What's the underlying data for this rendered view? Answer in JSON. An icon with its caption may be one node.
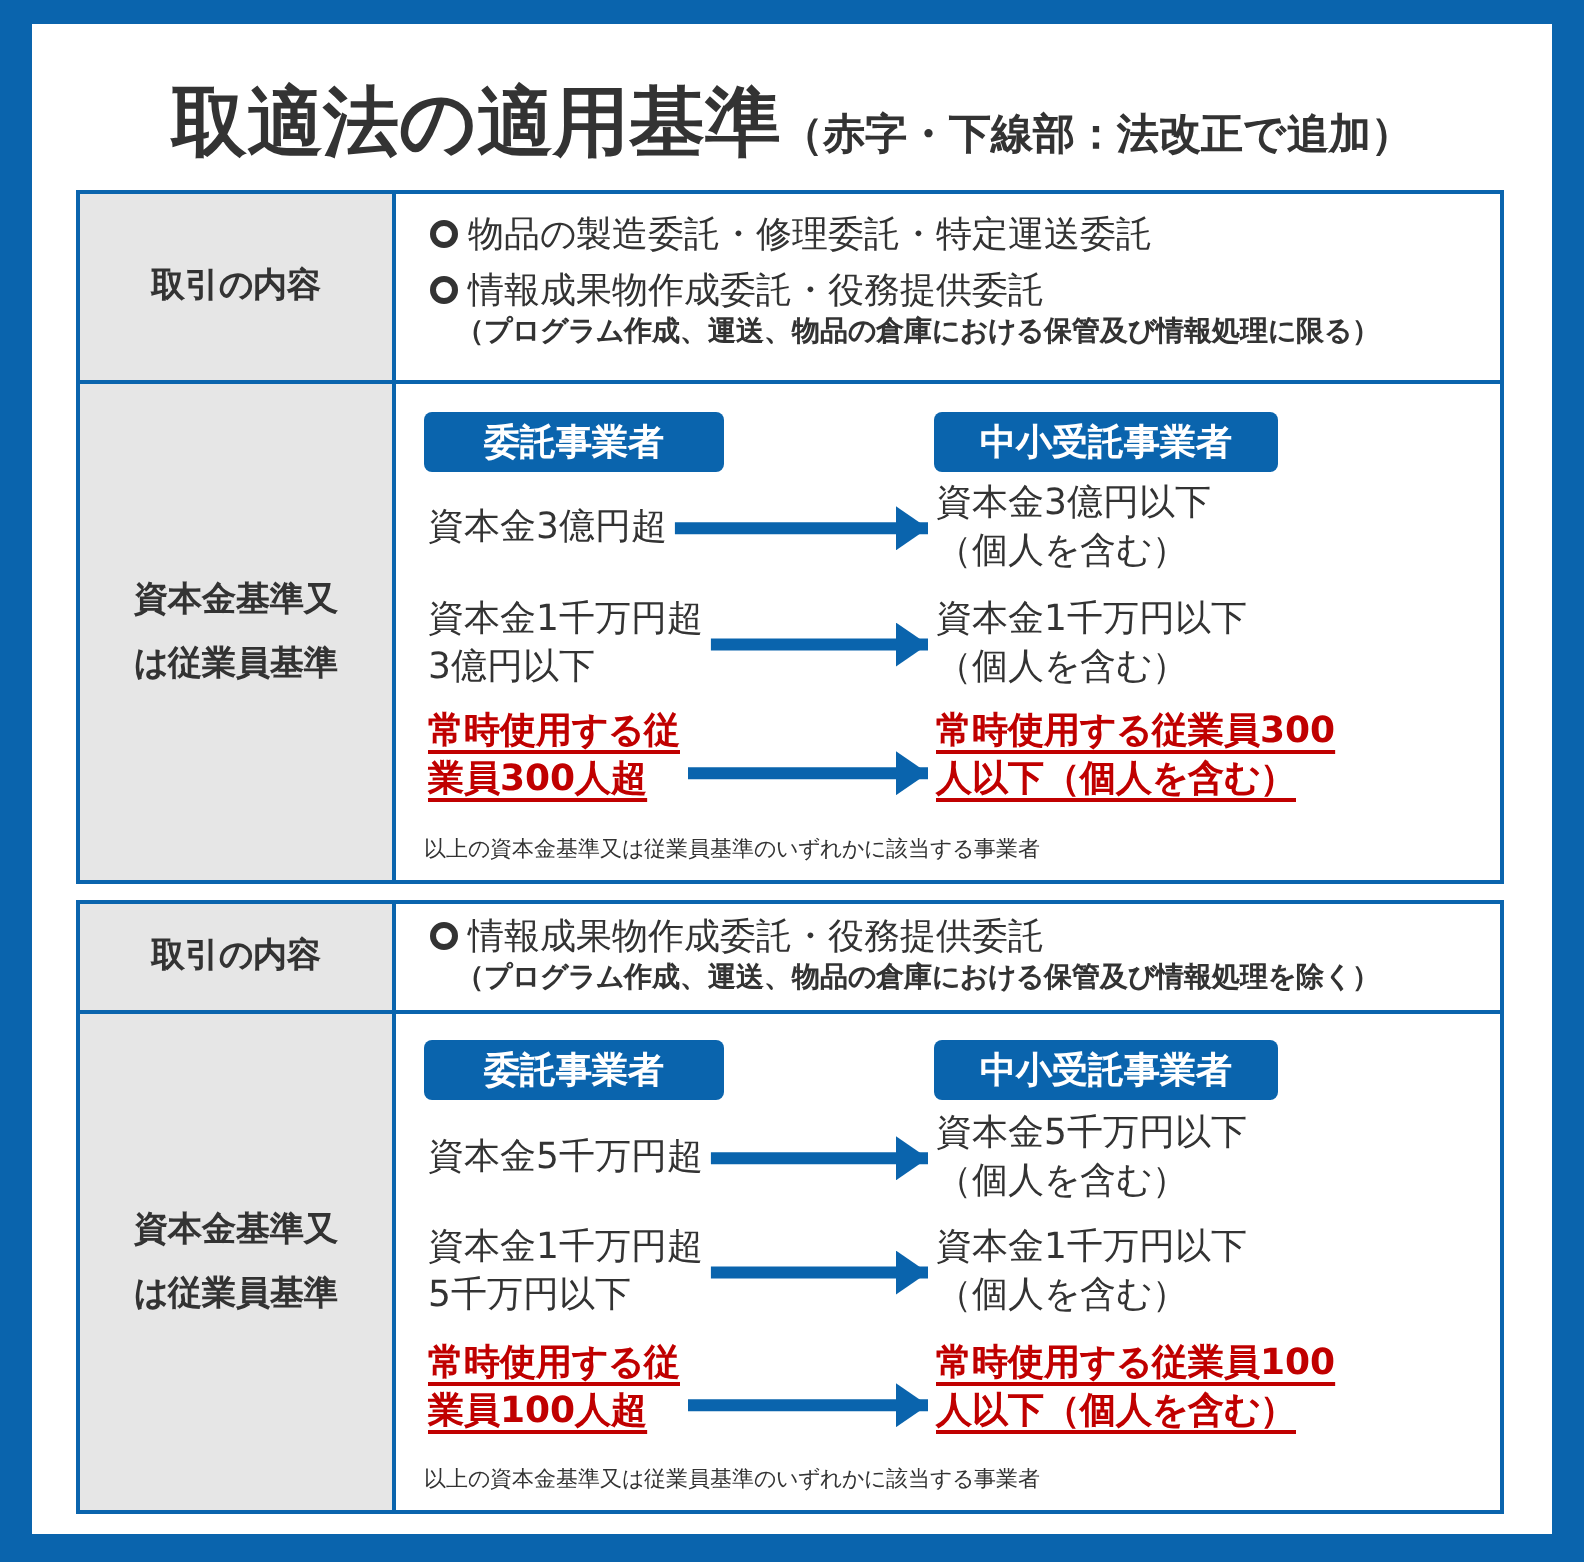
{
  "diagram": {
    "title": "取適法の適用基準",
    "nodes": [
      {
        "text": [
          "取引の内容"
        ]
      },
      {
        "text": [
          "物品の製造委託・修理委託・特定運送委託",
          "情報成果物作成委託・役務提供委託",
          "（プログラム作成、運送、物品の倉庫における保管及び情報処理に限る）"
        ]
      },
      {
        "text": [
          "資本金基準又は従業員基準"
        ]
      },
      {
        "text": [
          "以上の資本金基準又は従業員基準のいずれかに該当する事業者"
        ]
      },
      {
        "text": [
          "委託事業者"
        ],
        "in": 3
      },
      {
        "text": [
          "中小受託事業者"
        ],
        "in": 3
      },
      {
        "text": [
          "資本金3億円超"
        ],
        "in": 3
      },
      {
        "text": [
          "資本金3億円以下（個人を含む）"
        ],
        "in": 3
      },
      {
        "text": [
          "資本金1千万円超3億円以下"
        ],
        "in": 3
      },
      {
        "text": [
          "資本金1千万円以下（個人を含む）"
        ],
        "in": 3
      },
      {
        "text": [
          "常時使用する従業員300人超"
        ],
        "in": 3
      },
      {
        "text": [
          "常時使用する従業員300人以下（個人を含む）"
        ],
        "in": 3
      },
      {
        "text": [
          "取引の内容"
        ]
      },
      {
        "text": [
          "情報成果物作成委託・役務提供委託",
          "（プログラム作成、運送、物品の倉庫における保管及び情報処理を除く）"
        ]
      },
      {
        "text": [
          "資本金基準又は従業員基準"
        ]
      },
      {
        "text": [
          "以上の資本金基準又は従業員基準のいずれかに該当する事業者"
        ]
      },
      {
        "text": [
          "委託事業者"
        ],
        "in": 15
      },
      {
        "text": [
          "中小受託事業者"
        ],
        "in": 15
      },
      {
        "text": [
          "資本金5千万円超"
        ],
        "in": 15
      },
      {
        "text": [
          "資本金5千万円以下（個人を含む）"
        ],
        "in": 15
      },
      {
        "text": [
          "資本金1千万円超5千万円以下"
        ],
        "in": 15
      },
      {
        "text": [
          "資本金1千万円以下（個人を含む）"
        ],
        "in": 15
      },
      {
        "text": [
          "常時使用する従業員100人超"
        ],
        "in": 15
      },
      {
        "text": [
          "常時使用する従業員100人以下（個人を含む）"
        ],
        "in": 15
      }
    ],
    "edges": [
      {
        "from": 6,
        "to": 7,
        "arrow": "to"
      },
      {
        "from": 8,
        "to": 9,
        "arrow": "to"
      },
      {
        "from": 10,
        "to": 11,
        "arrow": "to"
      },
      {
        "from": 18,
        "to": 19,
        "arrow": "to"
      },
      {
        "from": 20,
        "to": 21,
        "arrow": "to"
      },
      {
        "from": 22,
        "to": 23,
        "arrow": "to"
      }
    ],
    "labels": [
      "（赤字・下線部：法改正で追加）"
    ]
  }
}
